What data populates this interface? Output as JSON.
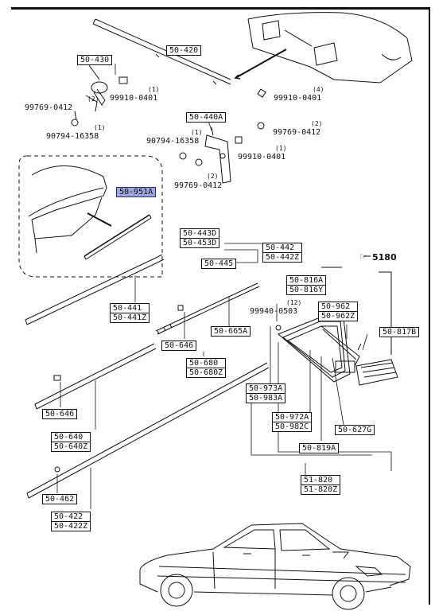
{
  "boxes": {
    "b50420": "50-420",
    "b50430": "50-430",
    "b50440A": "50-440A",
    "b50951A": "50-951A",
    "b50445": "50-445",
    "b50665A": "50-665A",
    "b50646a": "50-646",
    "b50646b": "50-646",
    "b50462": "50-462",
    "b50817B": "50-817B",
    "b50627G": "50-627G",
    "b50819A": "50-819A"
  },
  "stacks": {
    "s50443": [
      "50-443D",
      "50-453D"
    ],
    "s50442": [
      "50-442",
      "50-442Z"
    ],
    "s50441": [
      "50-441",
      "50-441Z"
    ],
    "s50680": [
      "50-680",
      "50-680Z"
    ],
    "s50640": [
      "50-640",
      "50-640Z"
    ],
    "s50422": [
      "50-422",
      "50-422Z"
    ],
    "s50816": [
      "50-816A",
      "50-816Y"
    ],
    "s50962": [
      "50-962",
      "50-962Z"
    ],
    "s50973": [
      "50-973A",
      "50-983A"
    ],
    "s50972": [
      "50-972A",
      "50-982C"
    ],
    "s51820": [
      "51-820",
      "51-820Z"
    ]
  },
  "parts": {
    "p99769a": "99769-0412",
    "p99910a": "99910-0401",
    "p90794a": "90794-16358",
    "p99910b": "99910-0401",
    "p99769b": "99769-0412",
    "p90794b": "90794-16358",
    "p99910c": "99910-0401",
    "p99769c": "99769-0412",
    "p99940": "99940-0503"
  },
  "qty": {
    "q1": "(2)",
    "q2": "(1)",
    "q3": "(1)",
    "q4": "(4)",
    "q5": "(2)",
    "q6": "(1)",
    "q7": "(1)",
    "q8": "(2)",
    "q9": "(12)"
  },
  "ref": {
    "label": "5180"
  }
}
